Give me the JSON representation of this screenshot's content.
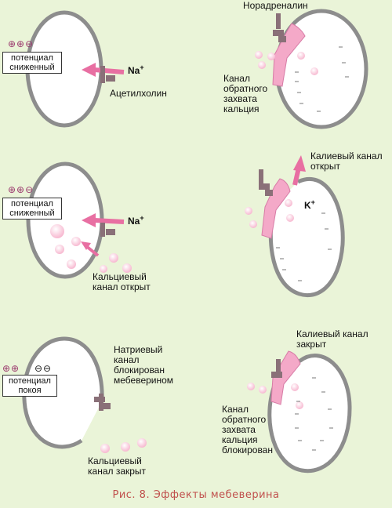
{
  "colors": {
    "background": "#eaf4d8",
    "membrane": "#888888",
    "receptor": "#8a7078",
    "channel": "#f4a9c8",
    "ion": "#f8c6d8",
    "arrow": "#e86fa2",
    "plus_sign": "#9b3a6e",
    "caption": "#c0504d"
  },
  "panels": {
    "p1": {
      "signs": "⊕⊕⊖",
      "state": "потенциал\nсниженный",
      "ion": "Na",
      "ion_charge": "+",
      "agent": "Ацетилхолин"
    },
    "p2": {
      "signs": "⊕⊕⊖",
      "state": "потенциал\nсниженный",
      "ion": "Na",
      "ion_charge": "+",
      "channel": "Кальциевый\nканал открыт"
    },
    "p3": {
      "signs_plus": "⊕⊕",
      "signs_minus": "⊖⊖",
      "state": "потенциал\nпокоя",
      "na_channel": "Натриевый\nканал\nблокирован\nмебеверином",
      "ca_channel": "Кальциевый\nканал закрыт"
    },
    "p4": {
      "agent": "Норадреналин",
      "channel": "Канал\nобратного\nзахвата\nкальция"
    },
    "p5": {
      "k_channel": "Калиевый канал\nоткрыт",
      "ion": "K",
      "ion_charge": "+"
    },
    "p6": {
      "k_channel": "Калиевый канал\nзакрыт",
      "channel": "Канал\nобратного\nзахвата\nкальция\nблокирован"
    }
  },
  "caption": "Рис. 8. Эффекты мебеверина"
}
